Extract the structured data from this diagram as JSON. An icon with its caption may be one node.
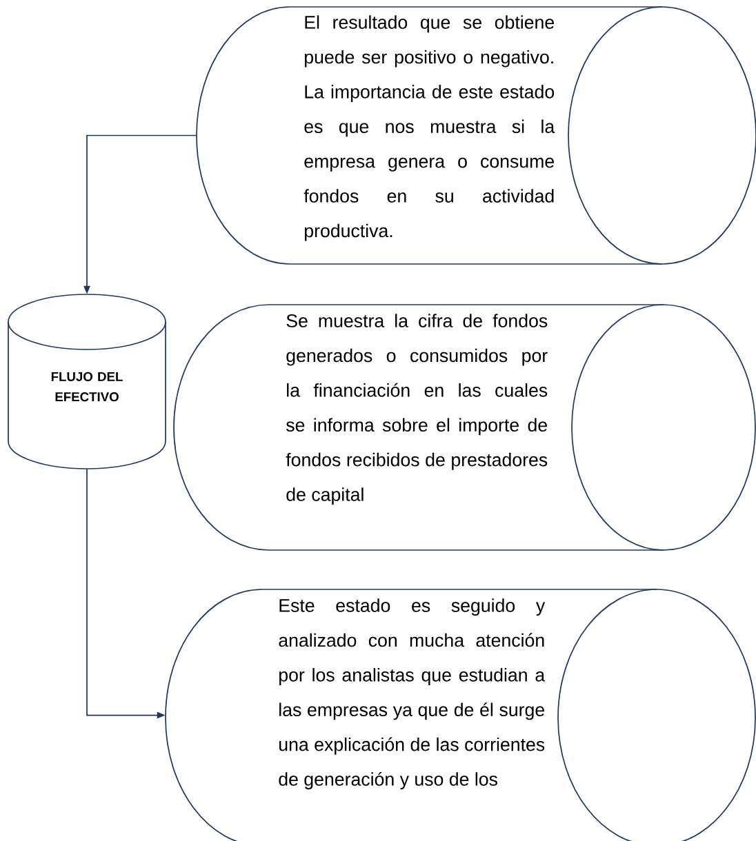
{
  "diagram": {
    "nodes": [
      {
        "text": [
          "FLUJO DEL EFECTIVO"
        ]
      },
      {
        "text": [
          "El resultado que se obtiene puede ser positivo o negativo. La importancia de este estado es que nos muestra si la empresa genera o consume fondos en su actividad productiva."
        ]
      },
      {
        "text": [
          "Se muestra la cifra de fondos generados o consumidos por la financiación en las cuales se informa sobre el importe de fondos recibidos de prestadores de capital"
        ]
      },
      {
        "text": [
          "Este estado es seguido y analizado con mucha atención por los analistas que estudian a las empresas ya que de él surge una explicación de las corrientes de generación y uso de los"
        ]
      }
    ],
    "edges": [
      {
        "from": 1,
        "to": 0,
        "arrow": "to"
      },
      {
        "from": 0,
        "to": 3,
        "arrow": "to"
      }
    ]
  }
}
